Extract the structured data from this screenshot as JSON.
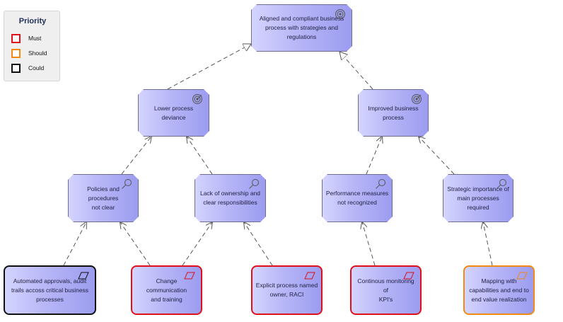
{
  "legend": {
    "title": "Priority",
    "items": [
      {
        "label": "Must",
        "color": "#e0101a"
      },
      {
        "label": "Should",
        "color": "#f08a12"
      },
      {
        "label": "Could",
        "color": "#101010"
      }
    ]
  },
  "nodes": {
    "goal_aligned": {
      "label": "Aligned and compliant business\nprocess with strategies and\nregulations",
      "icon": "goal-icon"
    },
    "goal_lower_deviance": {
      "label": "Lower process\ndeviance",
      "icon": "goal-icon"
    },
    "goal_improved": {
      "label": "Improved business\nprocess",
      "icon": "goal-icon"
    },
    "assessment_policies": {
      "label": "Policies and procedures\nnot clear",
      "icon": "assessment-icon"
    },
    "assessment_ownership": {
      "label": "Lack of ownership and\nclear responsibilities",
      "icon": "assessment-icon"
    },
    "assessment_performance": {
      "label": "Performance measures\nnot recognized",
      "icon": "assessment-icon"
    },
    "assessment_strategic": {
      "label": "Strategic importance of\nmain processes\nrequired",
      "icon": "assessment-icon"
    },
    "req_automated": {
      "label": "Automated approvals, audit\ntrails accoss critical business\nprocesses",
      "icon": "requirement-icon",
      "priority": "Could"
    },
    "req_change": {
      "label": "Change communication\nand training",
      "icon": "requirement-icon",
      "priority": "Must"
    },
    "req_explicit": {
      "label": "Explicit process named\nowner, RACI",
      "icon": "requirement-icon",
      "priority": "Must"
    },
    "req_monitoring": {
      "label": "Continous monitoring of\nKPI's",
      "icon": "requirement-icon",
      "priority": "Must"
    },
    "req_mapping": {
      "label": "Mapping with\ncapabilities and end to\nend value realization",
      "icon": "requirement-icon",
      "priority": "Should"
    }
  },
  "edges": [
    {
      "from": "goal_lower_deviance",
      "to": "goal_aligned",
      "type": "specialization"
    },
    {
      "from": "goal_improved",
      "to": "goal_aligned",
      "type": "specialization"
    },
    {
      "from": "assessment_policies",
      "to": "goal_lower_deviance",
      "type": "influence"
    },
    {
      "from": "assessment_ownership",
      "to": "goal_lower_deviance",
      "type": "influence"
    },
    {
      "from": "assessment_performance",
      "to": "goal_improved",
      "type": "influence"
    },
    {
      "from": "assessment_strategic",
      "to": "goal_improved",
      "type": "influence"
    },
    {
      "from": "req_automated",
      "to": "assessment_policies",
      "type": "influence"
    },
    {
      "from": "req_change",
      "to": "assessment_policies",
      "type": "influence"
    },
    {
      "from": "req_change",
      "to": "assessment_ownership",
      "type": "influence"
    },
    {
      "from": "req_explicit",
      "to": "assessment_ownership",
      "type": "influence"
    },
    {
      "from": "req_monitoring",
      "to": "assessment_performance",
      "type": "influence"
    },
    {
      "from": "req_mapping",
      "to": "assessment_strategic",
      "type": "influence"
    }
  ]
}
